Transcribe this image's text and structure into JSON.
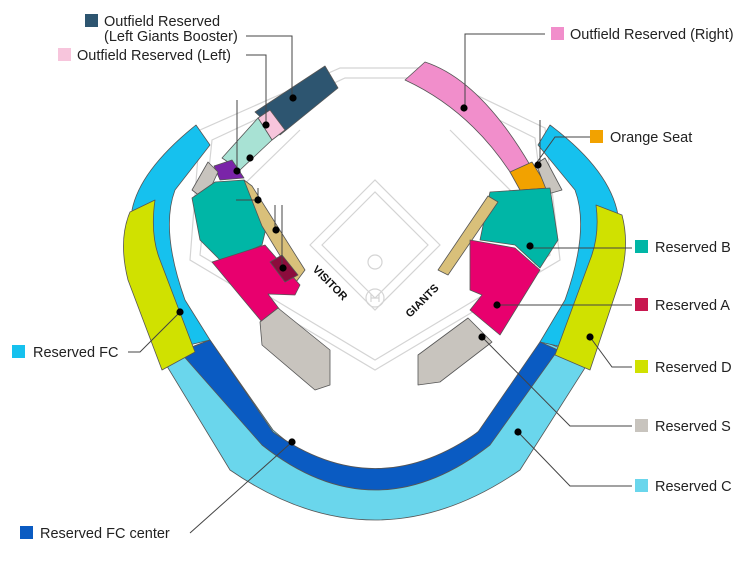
{
  "legend": {
    "outfield_left_booster": {
      "line1": "Outfield Reserved",
      "line2": "(Left Giants Booster)",
      "color": "#2d5570"
    },
    "outfield_left": {
      "label": "Outfield Reserved (Left)",
      "color": "#f7c5dc"
    },
    "outfield_right": {
      "label": "Outfield Reserved (Right)",
      "color": "#f18ecb"
    },
    "orange": {
      "label": "Orange Seat",
      "color": "#f2a200"
    },
    "reserved_b": {
      "label": "Reserved B",
      "color": "#00b6a6"
    },
    "reserved_a": {
      "label": "Reserved A",
      "color": "#c8174f"
    },
    "reserved_d": {
      "label": "Reserved D",
      "color": "#d0e100"
    },
    "reserved_s": {
      "label": "Reserved S",
      "color": "#c8c4be"
    },
    "reserved_c": {
      "label": "Reserved C",
      "color": "#6ad6ec"
    },
    "reserved_fc": {
      "label": "Reserved FC",
      "color": "#16c1ee"
    },
    "reserved_fc_center": {
      "label": "Reserved FC center",
      "color": "#0a5bc2"
    }
  },
  "dugouts": {
    "visitor": "VISITOR",
    "giants": "GIANTS"
  },
  "colors": {
    "reserved_a_light": "#e8006e",
    "field_lines": "#d4d4d4",
    "infield_tan": "#d9c07a",
    "light_mint": "#a8e2d4",
    "purple": "#7a24a8",
    "dark_magenta": "#8c0c3c"
  }
}
